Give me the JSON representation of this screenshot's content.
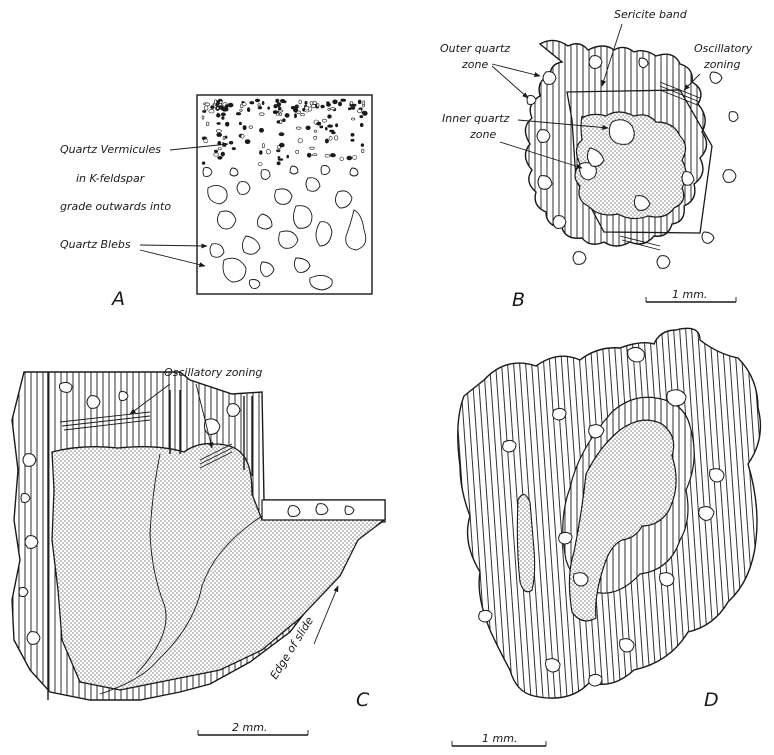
{
  "panels": {
    "a": {
      "letter": "A",
      "labels": {
        "vermicules": "Quartz Vermicules",
        "kfeldspar": "in K-feldspar",
        "grade": "grade outwards into",
        "blebs": "Quartz Blebs"
      }
    },
    "b": {
      "letter": "B",
      "labels": {
        "sericite": "Sericite band",
        "outer_line1": "Outer quartz",
        "outer_line2": "zone",
        "oscillatory_line1": "Oscillatory",
        "oscillatory_line2": "zoning",
        "inner_line1": "Inner quartz",
        "inner_line2": "zone"
      },
      "scale": "1 mm."
    },
    "c": {
      "letter": "C",
      "labels": {
        "oscillatory": "Oscillatory zoning",
        "edge": "Edge of slide"
      },
      "scale": "2 mm."
    },
    "d": {
      "letter": "D",
      "scale": "1 mm."
    }
  },
  "colors": {
    "ink": "#1a1a1a",
    "stipple": "#8a8a8a",
    "background": "#ffffff"
  }
}
